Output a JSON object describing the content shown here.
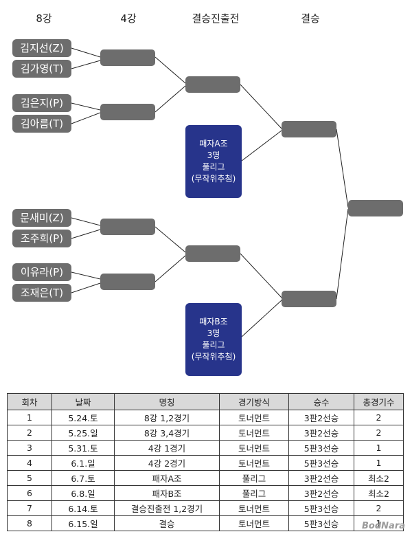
{
  "headers": {
    "r8": "8강",
    "r4": "4강",
    "semi": "결승진출전",
    "final": "결승"
  },
  "players": [
    "김지선(Z)",
    "김가영(T)",
    "김은지(P)",
    "김아름(T)",
    "문새미(Z)",
    "조주희(P)",
    "이유라(P)",
    "조재은(T)"
  ],
  "groups": [
    {
      "line1": "패자A조",
      "line2": "3명",
      "line3": "풀리그",
      "line4": "(무작위추첨)"
    },
    {
      "line1": "패자B조",
      "line2": "3명",
      "line3": "풀리그",
      "line4": "(무작위추첨)"
    }
  ],
  "table": {
    "columns": [
      "회차",
      "날짜",
      "명칭",
      "경기방식",
      "승수",
      "총경기수"
    ],
    "rows": [
      [
        "1",
        "5.24.토",
        "8강 1,2경기",
        "토너먼트",
        "3판2선승",
        "2"
      ],
      [
        "2",
        "5.25.일",
        "8강 3,4경기",
        "토너먼트",
        "3판2선승",
        "2"
      ],
      [
        "3",
        "5.31.토",
        "4강 1경기",
        "토너먼트",
        "5판3선승",
        "1"
      ],
      [
        "4",
        "6.1.일",
        "4강 2경기",
        "토너먼트",
        "5판3선승",
        "1"
      ],
      [
        "5",
        "6.7.토",
        "패자A조",
        "풀리그",
        "3판2선승",
        "최소2"
      ],
      [
        "6",
        "6.8.일",
        "패자B조",
        "풀리그",
        "3판2선승",
        "최소2"
      ],
      [
        "7",
        "6.14.토",
        "결승진출전 1,2경기",
        "토너먼트",
        "5판3선승",
        "2"
      ],
      [
        "8",
        "6.15.일",
        "결승",
        "토너먼트",
        "5판3선승",
        "1"
      ]
    ]
  },
  "watermark": "BodNara",
  "colors": {
    "box": "#6d6d6d",
    "group": "#27348b",
    "header_row": "#d9d9d9"
  }
}
